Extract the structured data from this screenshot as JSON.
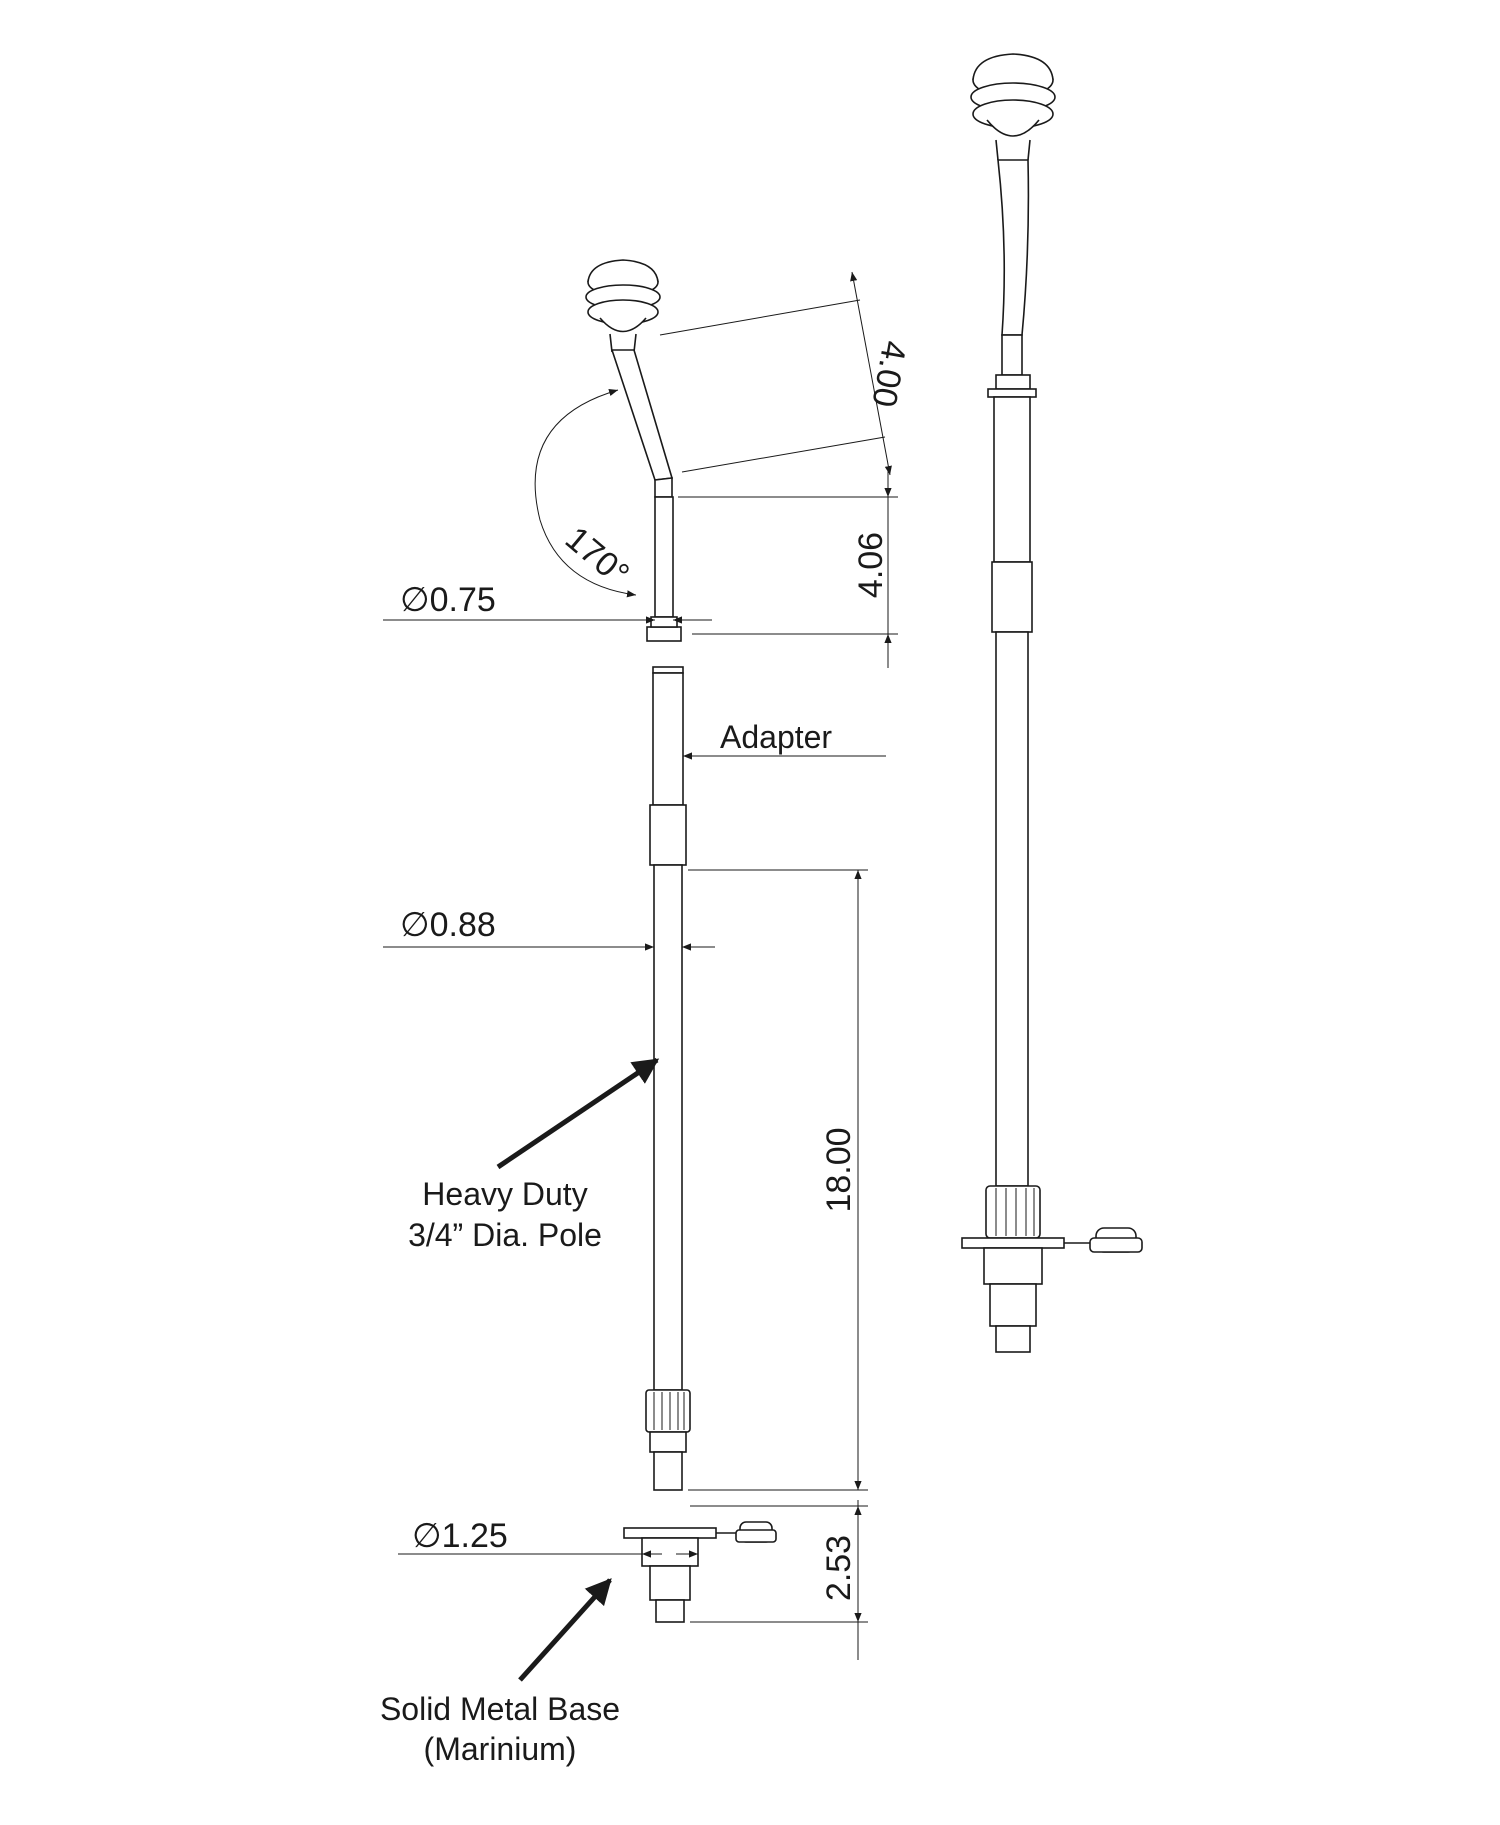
{
  "dimensions": {
    "angle": "170°",
    "top_pole_length": "4.00",
    "lower_pole_length": "4.06",
    "top_diameter": "∅0.75",
    "pole_diameter": "∅0.88",
    "pole_length": "18.00",
    "base_diameter": "∅1.25",
    "base_height": "2.53"
  },
  "labels": {
    "adapter": "Adapter",
    "pole_line1": "Heavy Duty",
    "pole_line2": "3/4” Dia. Pole",
    "base_line1": "Solid Metal Base",
    "base_line2": "(Marinium)"
  }
}
